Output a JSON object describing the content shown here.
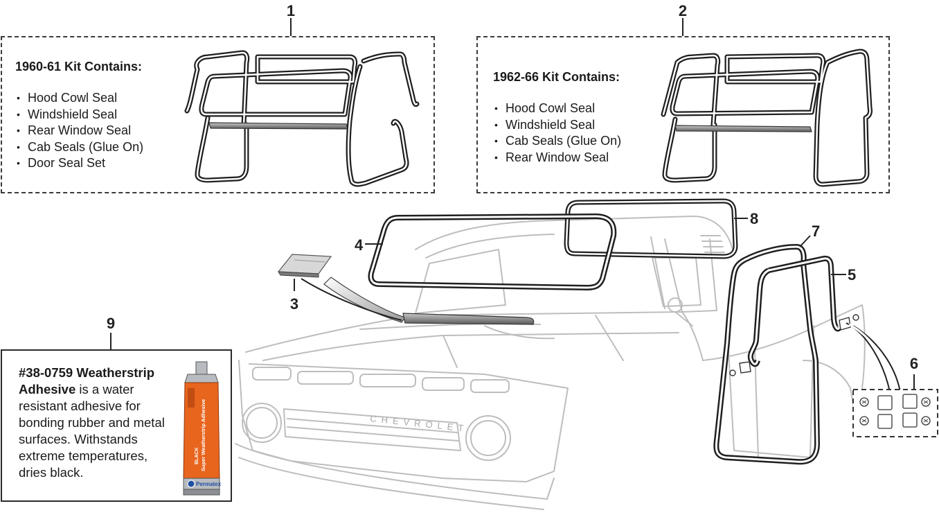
{
  "callouts": {
    "c1": "1",
    "c2": "2",
    "c3": "3",
    "c4": "4",
    "c5": "5",
    "c6": "6",
    "c7": "7",
    "c8": "8",
    "c9": "9"
  },
  "kit1": {
    "title": "1960-61 Kit Contains:",
    "items": [
      "Hood Cowl Seal",
      "Windshield Seal",
      "Rear Window Seal",
      "Cab Seals (Glue On)",
      "Door Seal Set"
    ]
  },
  "kit2": {
    "title": "1962-66 Kit Contains:",
    "items": [
      "Hood Cowl Seal",
      "Windshield Seal",
      "Cab Seals (Glue On)",
      "Rear Window Seal"
    ]
  },
  "truck": {
    "grille_lettering": "CHEVROLET"
  },
  "adhesive": {
    "part_number": "#38-0759 Weatherstrip",
    "name_rest": "Adhesive",
    "description": " is a water resistant adhesive for bonding rubber and metal surfaces. Withstands extreme temperatures, dries black.",
    "tube_brand": "Permatex",
    "tube_product": "Super Weatherstrip Adhesive",
    "tube_color_word": "BLACK"
  },
  "colors": {
    "line": "#1f1f1f",
    "truck_outline": "#bdbdbd",
    "seal_gray": "#8a8a8a",
    "tube_orange": "#e8651e",
    "tube_silver": "#b8bcc0"
  }
}
